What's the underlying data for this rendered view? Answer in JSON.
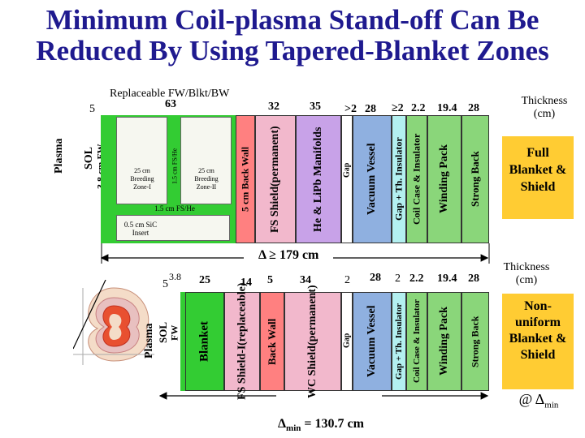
{
  "title": {
    "line1": "Minimum Coil-plasma Stand-off Can Be",
    "line2": "Reduced By Using Tapered-Blanket Zones"
  },
  "top": {
    "replaceable_label": "Replaceable FW/Blkt/BW",
    "thick_63": "63",
    "thick_5": "5",
    "thick_32": "32",
    "thick_35": "35",
    "thick_gt2": ">2",
    "thick_28a": "28",
    "thick_ge2": "≥2",
    "thick_22": "2.2",
    "thick_194": "19.4",
    "thick_28b": "28",
    "thickness_header": "Thickness",
    "thickness_unit": "(cm)",
    "plasma": "Plasma",
    "sol": "SOL",
    "fw": "3.8 cm FW",
    "breeding1": "25 cm Breeding Zone-I",
    "fs_he_v": "1.5 cm FS/He",
    "breeding2": "25 cm Breeding Zone-II",
    "fs_he_h": "1.5 cm FS/He",
    "sic": "0.5 cm SiC Insert",
    "back_wall": "5 cm Back Wall",
    "fs_shield": "FS Shield",
    "fs_shield_sub": "(permanent)",
    "manifolds": "He & LiPb Manifolds",
    "gap": "Gap",
    "vessel": "Vacuum Vessel",
    "gap_insulator": "Gap + Th. Insulator",
    "coil_case": "Coil Case & Insulator",
    "winding": "Winding Pack",
    "strongback": "Strong Back",
    "side_label": "Full Blanket & Shield"
  },
  "delta": {
    "symbol": "Δ ≥",
    "value": "179 cm"
  },
  "bottom": {
    "thick_5": "5",
    "thick_38": "3.8",
    "thick_25": "25",
    "thick_14": "14",
    "thick_5b": "5",
    "thick_34": "34",
    "thick_2": "2",
    "thick_28a": "28",
    "thick_2b": "2",
    "thick_22": "2.2",
    "thick_194": "19.4",
    "thick_28b": "28",
    "thickness_header": "Thickness",
    "thickness_unit": "(cm)",
    "plasma": "Plasma",
    "sol": "SOL",
    "fw": "FW",
    "blanket": "Blanket",
    "fs_shield": "FS Shield-I",
    "fs_shield_sub": "(replaceable)",
    "back_wall": "Back Wall",
    "wc_shield": "WC Shield",
    "wc_shield_sub": "(permanent)",
    "gap": "Gap",
    "vessel": "Vacuum Vessel",
    "gap_insulator": "Gap + Th. Insulator",
    "coil_case": "Coil Case & Insulator",
    "winding": "Winding Pack",
    "strongback": "Strong Back",
    "side_label": "Non-uniform Blanket & Shield",
    "at_delta": "@ Δ",
    "at_delta_sub": "min",
    "delta_min_symbol": "Δ",
    "delta_min_sub": "min",
    "delta_min_value": "= 130.7 cm"
  },
  "colors": {
    "title": "#1f1a8f",
    "blanket_green": "#33cc33",
    "back_wall_red": "#ff8080",
    "shield_pink": "#f2b8cc",
    "manifold_purple": "#c8a2e8",
    "vessel_blue": "#8fb0e0",
    "insulator_cyan": "#b3f0f0",
    "coil_green": "#8ad67a",
    "gold": "#ffcc33"
  }
}
